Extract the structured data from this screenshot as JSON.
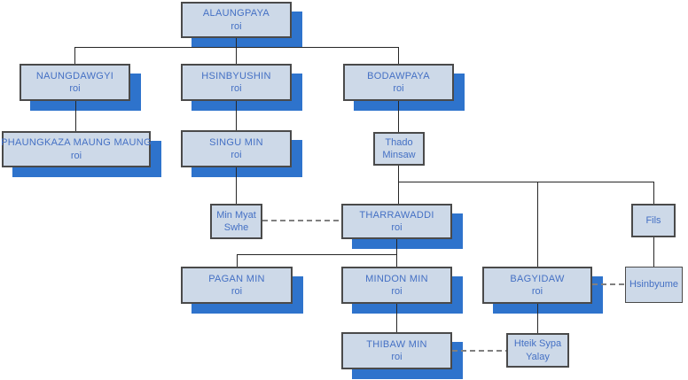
{
  "colors": {
    "box_fill": "#cdd9e8",
    "box_border": "#4a4a4a",
    "shadow_blue": "#2e73cc",
    "text_blue": "#4470c4",
    "connector": "#262626",
    "dashed_connector": "#808080"
  },
  "nodes": {
    "alaungpaya": {
      "name": "ALAUNGPAYA",
      "title": "roi"
    },
    "naungdawgyi": {
      "name": "NAUNGDAWGYI",
      "title": "roi"
    },
    "hsinbyushin": {
      "name": "HSINBYUSHIN",
      "title": "roi"
    },
    "bodawpaya": {
      "name": "BODAWPAYA",
      "title": "roi"
    },
    "phaungkaza_maung_maung": {
      "name": "PHAUNGKAZA MAUNG MAUNG",
      "title": "roi"
    },
    "singu_min": {
      "name": "SINGU MIN",
      "title": "roi"
    },
    "thado_minsaw": {
      "line1": "Thado",
      "line2": "Minsaw"
    },
    "min_myat_swhe": {
      "line1": "Min Myat",
      "line2": "Swhe"
    },
    "tharrawaddi": {
      "name": "THARRAWADDI",
      "title": "roi"
    },
    "fils": {
      "name": "Fils"
    },
    "pagan_min": {
      "name": "PAGAN MIN",
      "title": "roi"
    },
    "mindon_min": {
      "name": "MINDON MIN",
      "title": "roi"
    },
    "bagyidaw": {
      "name": "BAGYIDAW",
      "title": "roi"
    },
    "hsinbyume": {
      "name": "Hsinbyume"
    },
    "thibaw_min": {
      "name": "THIBAW MIN",
      "title": "roi"
    },
    "hteik_sypa_yalay": {
      "line1": "Hteik Sypa",
      "line2": "Yalay"
    }
  }
}
